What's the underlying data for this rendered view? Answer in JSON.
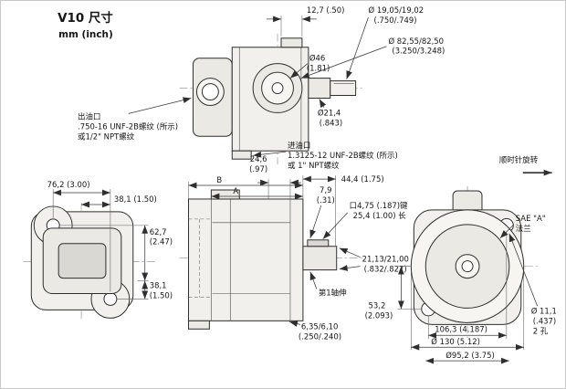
{
  "title": "V10 尺寸",
  "subtitle": "mm (inch)",
  "top_view": {
    "tab_width": "12,7 (.50)",
    "shaft_dia_line1": "Ø 19,05/19,02",
    "shaft_dia_line2": "(.750/.749)",
    "pilot_dia_line1": "Ø 82,55/82,50",
    "pilot_dia_line2": "(3.250/3.248)",
    "seal_dia_line1": "Ø46",
    "seal_dia_line2": "(1.81)",
    "step_dia_line1": "Ø21,4",
    "step_dia_line2": "(.843)",
    "outlet_line1": "出油口",
    "outlet_line2": ".750-16 UNF-2B螺纹 (所示)",
    "outlet_line3": "或1/2\" NPT螺纹",
    "inlet_line1": "进油口",
    "inlet_line2": "1.3125-12 UNF-2B螺纹 (所示)",
    "inlet_line3": "或 1\" NPT螺纹"
  },
  "side_view": {
    "dim_24_6_line1": "24,6",
    "dim_24_6_line2": "(.97)",
    "dim_b": "B",
    "dim_a": "A",
    "dim_44_4": "44,4 (1.75)",
    "dim_7_9_line1": "7,9",
    "dim_7_9_line2": "(.31)",
    "key_line1": "口4,75 (.187)键",
    "key_line2": "25,4 (1.00) 长",
    "shaft_dia_line1": "21,13/21,00",
    "shaft_dia_line2": "(.832/.827)",
    "shaft_ext_label": "第1轴伸",
    "dim_6_35_line1": "6,35/6,10",
    "dim_6_35_line2": "(.250/.240)"
  },
  "front_view": {
    "dim_76_2": "76,2 (3.00)",
    "dim_38_1_top": "38,1 (1.50)",
    "dim_62_7_line1": "62,7",
    "dim_62_7_line2": "(2.47)",
    "dim_38_1_bot_line1": "38,1",
    "dim_38_1_bot_line2": "(1.50)"
  },
  "rear_view": {
    "rotation_label": "顺时针旋转",
    "flange_line1": "SAE \"A\"",
    "flange_line2": "法兰",
    "holes_line1": "Ø 11,1",
    "holes_line2": "(.437)",
    "holes_line3": "2 孔",
    "dim_53_2_line1": "53,2",
    "dim_53_2_line2": "(2.093)",
    "dim_106_3": "106,3 (4.187)",
    "dim_130": "Ø 130 (5.12)",
    "dim_95_2": "Ø95,2 (3.75)"
  }
}
